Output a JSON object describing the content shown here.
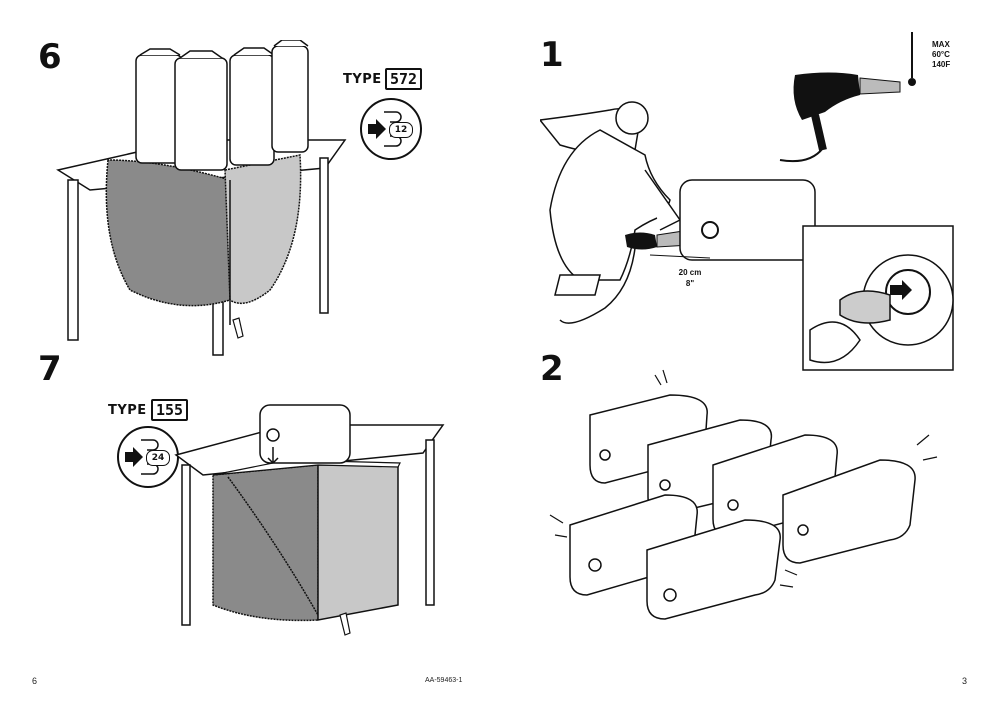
{
  "steps": [
    {
      "number": "6",
      "type_label": "TYPE",
      "type_code": "572",
      "ref_page": "12"
    },
    {
      "number": "7",
      "type_label": "TYPE",
      "type_code": "155",
      "ref_page": "24"
    },
    {
      "number": "1",
      "distance_metric": "20 cm",
      "distance_imperial": "8\"",
      "temp_max": "MAX",
      "temp_c": "60°C",
      "temp_f": "140F"
    },
    {
      "number": "2"
    }
  ],
  "footer": {
    "left_page": "6",
    "code": "AA-59463-1",
    "right_page": "3"
  },
  "colors": {
    "ink": "#111111",
    "cover_dark": "#8a8a8a",
    "cover_light": "#c8c8c8"
  }
}
